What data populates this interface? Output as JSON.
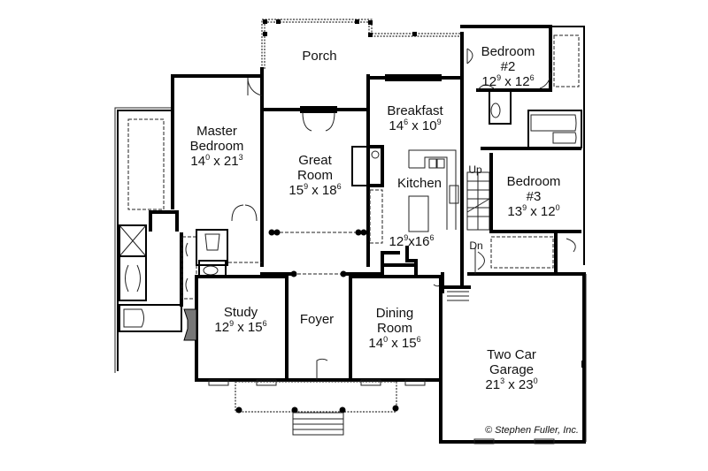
{
  "plan": {
    "type": "floor-plan",
    "copyright": "© Stephen Fuller, Inc.",
    "rooms": [
      {
        "id": "porch",
        "name": "Porch",
        "dim": ""
      },
      {
        "id": "master-bedroom",
        "name": "Master Bedroom",
        "line1": "Master",
        "line2": "Bedroom",
        "dim_a": "14",
        "dim_a_sup": "0",
        "dim_b": "21",
        "dim_b_sup": "3"
      },
      {
        "id": "great-room",
        "name": "Great Room",
        "line1": "Great",
        "line2": "Room",
        "dim_a": "15",
        "dim_a_sup": "9",
        "dim_b": "18",
        "dim_b_sup": "6"
      },
      {
        "id": "breakfast",
        "name": "Breakfast",
        "line1": "Breakfast",
        "dim_a": "14",
        "dim_a_sup": "6",
        "dim_b": "10",
        "dim_b_sup": "9"
      },
      {
        "id": "kitchen",
        "name": "Kitchen",
        "line1": "Kitchen",
        "dim_a": "12",
        "dim_a_sup": "9",
        "dim_b": "16",
        "dim_b_sup": "6"
      },
      {
        "id": "bedroom-2",
        "name": "Bedroom #2",
        "line1": "Bedroom",
        "line2": "#2",
        "dim_a": "12",
        "dim_a_sup": "9",
        "dim_b": "12",
        "dim_b_sup": "6"
      },
      {
        "id": "bedroom-3",
        "name": "Bedroom #3",
        "line1": "Bedroom",
        "line2": "#3",
        "dim_a": "13",
        "dim_a_sup": "9",
        "dim_b": "12",
        "dim_b_sup": "0"
      },
      {
        "id": "study",
        "name": "Study",
        "line1": "Study",
        "dim_a": "12",
        "dim_a_sup": "9",
        "dim_b": "15",
        "dim_b_sup": "6"
      },
      {
        "id": "foyer",
        "name": "Foyer",
        "line1": "Foyer"
      },
      {
        "id": "dining-room",
        "name": "Dining Room",
        "line1": "Dining",
        "line2": "Room",
        "dim_a": "14",
        "dim_a_sup": "0",
        "dim_b": "15",
        "dim_b_sup": "6"
      },
      {
        "id": "garage",
        "name": "Two Car Garage",
        "line1": "Two Car",
        "line2": "Garage",
        "dim_a": "21",
        "dim_a_sup": "3",
        "dim_b": "23",
        "dim_b_sup": "0"
      }
    ],
    "stair": {
      "up_label": "Up",
      "down_label": "Dn"
    },
    "separator": " x "
  }
}
